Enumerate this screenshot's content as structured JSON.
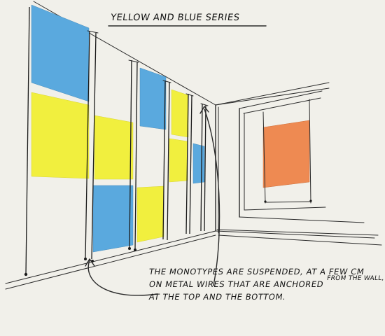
{
  "title": "YELLOW AND BLUE SERIES",
  "annotation": {
    "line1": "THE MONOTYPES ARE SUSPENDED, AT A FEW CM",
    "line1_sup": "FROM THE WALL,",
    "line2": "ON METAL WIRES THAT ARE ANCHORED",
    "line3": "AT THE TOP AND THE BOTTOM."
  },
  "colors": {
    "blue": "#5aa9de",
    "yellow": "#f1ef3e",
    "orange": "#ee8a52",
    "paper": "#f1f0ea",
    "ink": "#2a2a2a"
  }
}
